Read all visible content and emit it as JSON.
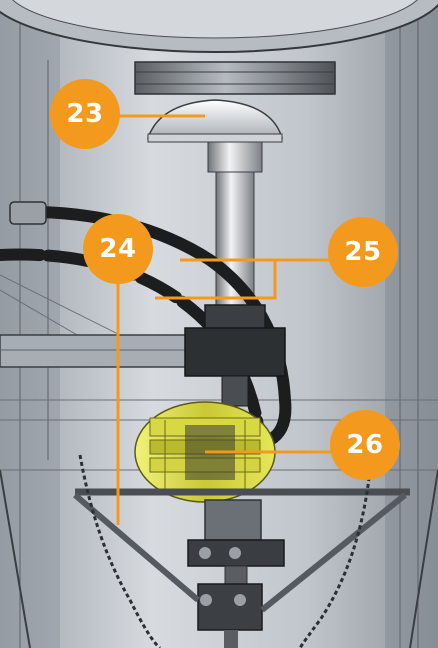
{
  "callouts": [
    {
      "id": "c23",
      "label": "23"
    },
    {
      "id": "c24",
      "label": "24"
    },
    {
      "id": "c25",
      "label": "25"
    },
    {
      "id": "c26",
      "label": "26"
    }
  ],
  "colors": {
    "callout": "#f39a1e",
    "leader_line": "#f39a1e",
    "housing": "#c8ccd2",
    "valve_body": "#e2e24a"
  }
}
